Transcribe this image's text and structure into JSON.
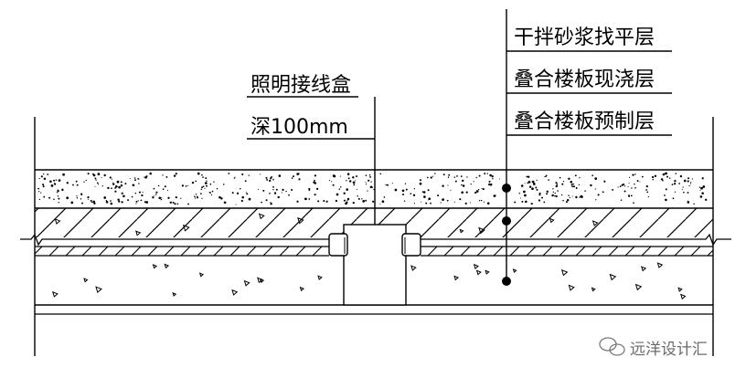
{
  "callouts": {
    "junction_box": {
      "line1": "照明接线盒",
      "line2": "深100mm"
    },
    "layers": [
      {
        "label": "干拌砂浆找平层"
      },
      {
        "label": "叠合楼板现浇层"
      },
      {
        "label": "叠合楼板预制层"
      }
    ]
  },
  "watermark": {
    "text": "远洋设计汇",
    "icon": "wechat-icon"
  },
  "colors": {
    "ink": "#000000",
    "background": "#ffffff",
    "watermark": "#6a6a6a"
  }
}
